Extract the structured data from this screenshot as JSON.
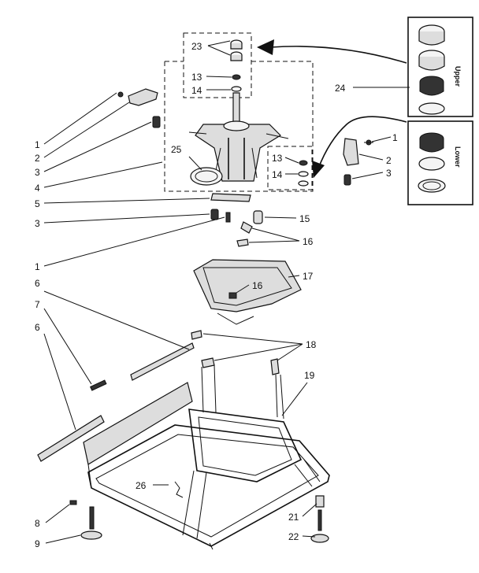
{
  "labels": {
    "l1a": "1",
    "l2a": "2",
    "l3a": "3",
    "l4": "4",
    "l5": "5",
    "l3b": "3",
    "l1b": "1",
    "l6a": "6",
    "l7": "7",
    "l6b": "6",
    "l8": "8",
    "l9": "9",
    "l23": "23",
    "l13a": "13",
    "l14a": "14",
    "l25": "25",
    "l24": "24",
    "l1c": "1",
    "l2c": "2",
    "l3c": "3",
    "l13b": "13",
    "l14b": "14",
    "l15": "15",
    "l16a": "16",
    "l16b": "16",
    "l17": "17",
    "l18": "18",
    "l19": "19",
    "l26": "26",
    "l21": "21",
    "l22": "22"
  },
  "inset": {
    "upper": "Upper",
    "lower": "Lower"
  }
}
